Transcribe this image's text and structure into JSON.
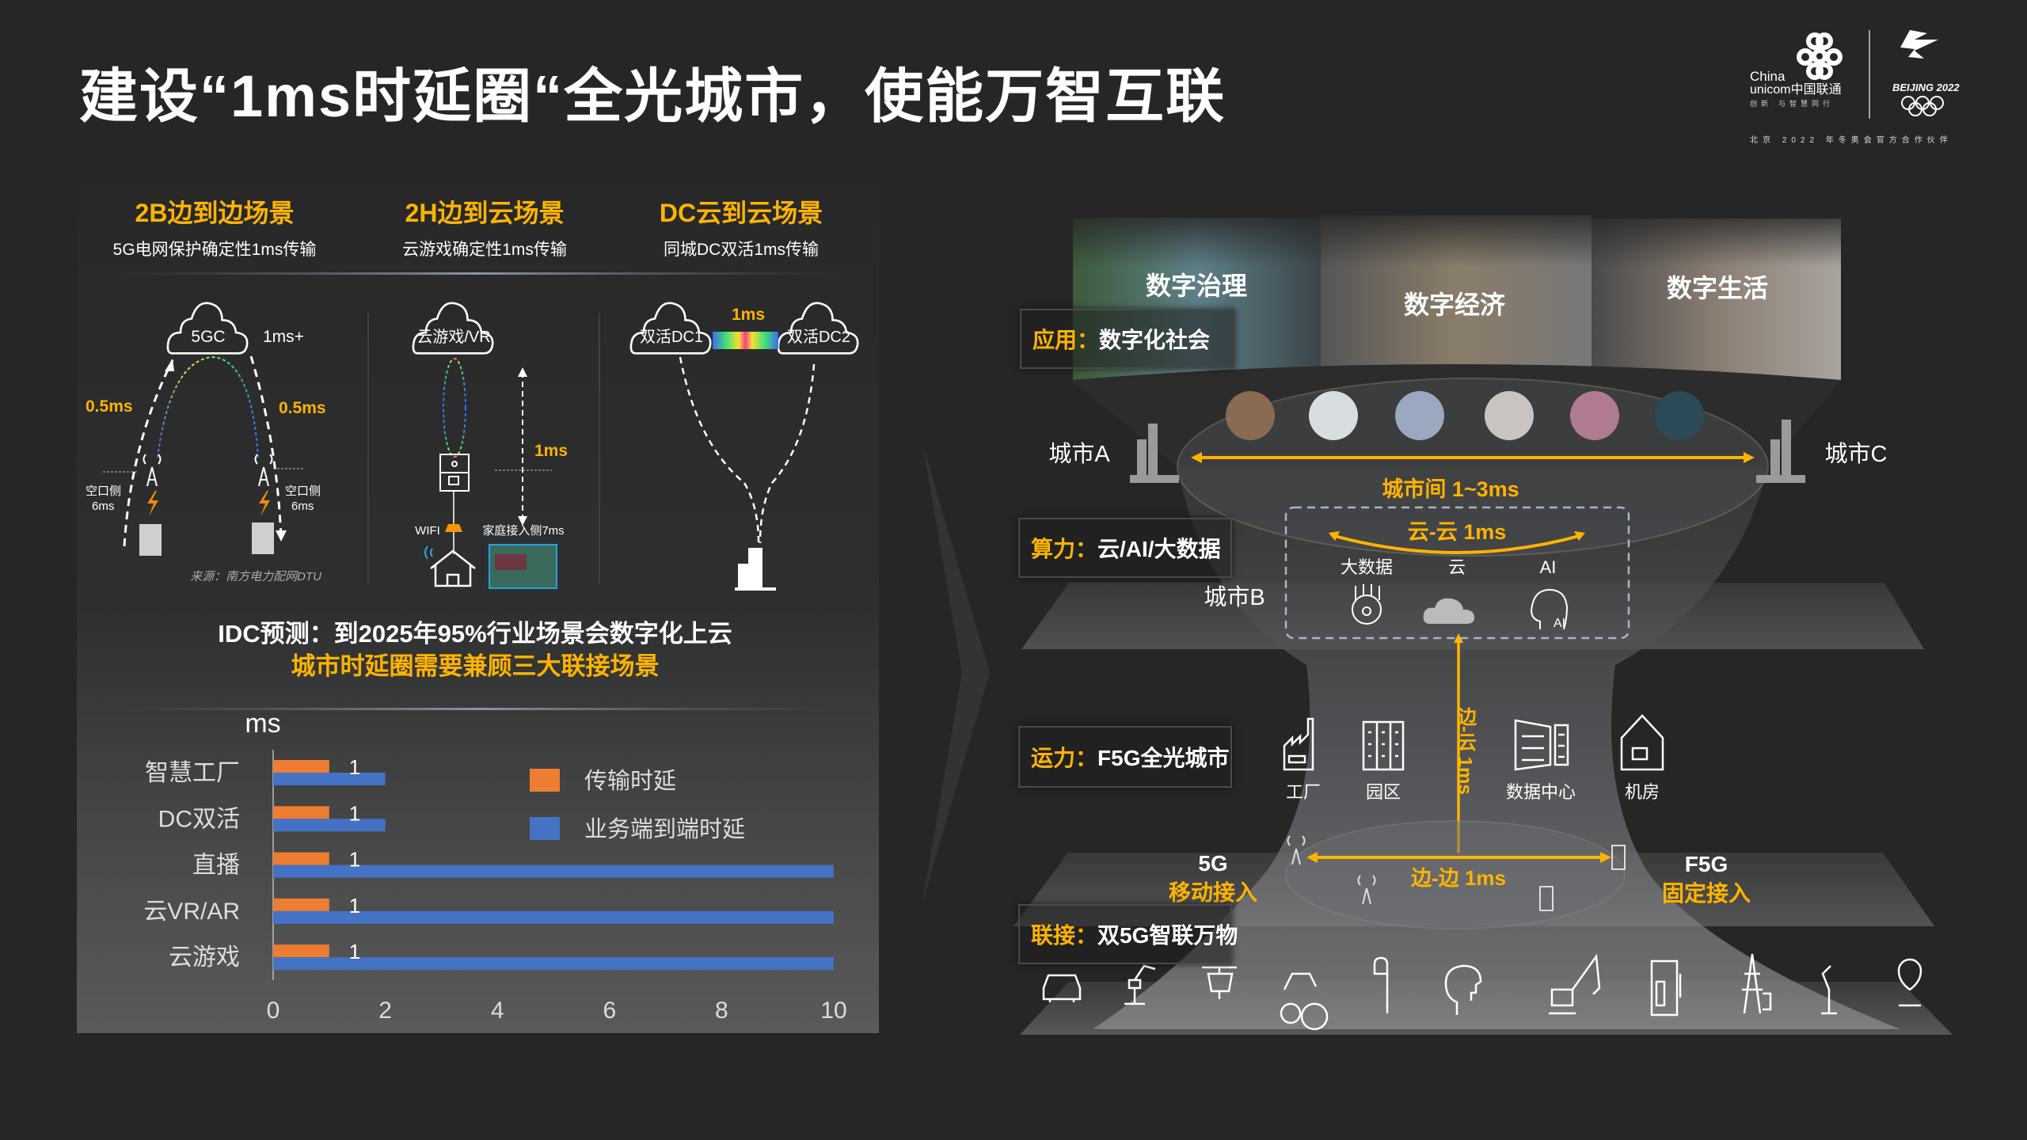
{
  "title": "建设“1ms时延圈“全光城市，使能万智互联",
  "logo": {
    "brand_line1": "China",
    "brand_line2": "unicom中国联通",
    "slogan": "创新·与智慧同行",
    "games": "BEIJING 2022",
    "partner": "北京 2022 年冬奥会官方合作伙伴"
  },
  "scenarios": [
    {
      "title": "2B边到边场景",
      "subtitle": "5G电网保护确定性1ms传输"
    },
    {
      "title": "2H边到云场景",
      "subtitle": "云游戏确定性1ms传输"
    },
    {
      "title": "DC云到云场景",
      "subtitle": "同城DC双活1ms传输"
    }
  ],
  "scene_2b": {
    "cloud": "5GC",
    "core_latency": "1ms+",
    "left_latency": "0.5ms",
    "right_latency": "0.5ms",
    "air_side": "空口侧",
    "air_latency": "6ms",
    "source": "来源：南方电力配网DTU"
  },
  "scene_2h": {
    "cloud": "云游戏/VR",
    "latency": "1ms",
    "wifi": "WIFI",
    "home_access": "家庭接入侧7ms"
  },
  "scene_dc": {
    "dc1": "双活DC1",
    "dc2": "双活DC2",
    "latency": "1ms"
  },
  "idc": {
    "line1": "IDC预测：到2025年95%行业场景会数字化上云",
    "line2": "城市时延圈需要兼顾三大联接场景"
  },
  "chart_data": {
    "type": "bar",
    "orientation": "horizontal",
    "ylabel": "ms",
    "categories": [
      "智慧工厂",
      "DC双活",
      "直播",
      "云VR/AR",
      "云游戏"
    ],
    "series": [
      {
        "name": "传输时延",
        "color": "#ed7d31",
        "values": [
          1,
          1,
          1,
          1,
          1
        ]
      },
      {
        "name": "业务端到端时延",
        "color": "#4472c4",
        "values": [
          2,
          2,
          10,
          10,
          10
        ]
      }
    ],
    "data_labels": [
      "1",
      "1",
      "1",
      "1",
      "1"
    ],
    "xlim": [
      0,
      10
    ],
    "xticks": [
      "0",
      "2",
      "4",
      "6",
      "8",
      "10"
    ],
    "legend": "right"
  },
  "right": {
    "apps": [
      "数字治理",
      "数字经济",
      "数字生活"
    ],
    "layers": [
      {
        "key": "应用：",
        "value": "数字化社会"
      },
      {
        "key": "算力：",
        "value": "云/AI/大数据"
      },
      {
        "key": "运力：",
        "value": "F5G全光城市"
      },
      {
        "key": "联接：",
        "value": "双5G智联万物"
      }
    ],
    "city_a": "城市A",
    "city_b": "城市B",
    "city_c": "城市C",
    "inter_city": "城市间 1~3ms",
    "cloud_cloud": "云-云 1ms",
    "compute": [
      "大数据",
      "云",
      "AI"
    ],
    "edge_cloud": "边-云 1ms",
    "sites": [
      "工厂",
      "园区",
      "数据中心",
      "机房"
    ],
    "edge_edge": "边-边 1ms",
    "mobile": {
      "top": "5G",
      "bottom": "移动接入"
    },
    "fixed": {
      "top": "F5G",
      "bottom": "固定接入"
    },
    "colors": {
      "accent": "#ffb400"
    }
  }
}
